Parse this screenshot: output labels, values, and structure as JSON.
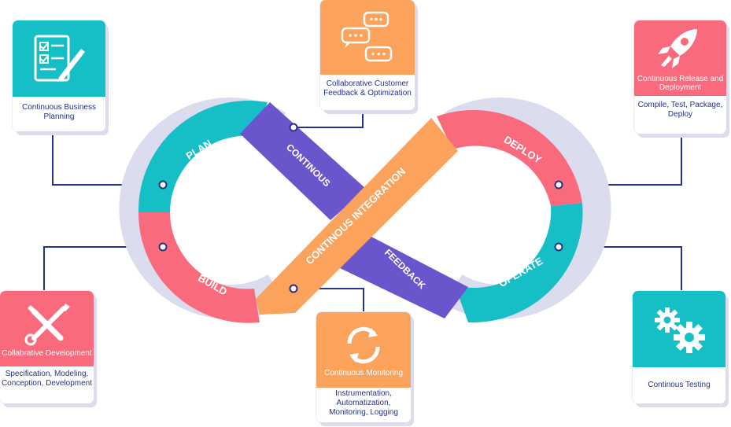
{
  "loop": {
    "plan": "PLAN",
    "build": "BUILD",
    "deploy": "DEPLOY",
    "operate": "OPERATE",
    "continous": "CONTINOUS",
    "feedback": "FEEDBACK",
    "integration": "CONTINOUS INTEGRATION"
  },
  "cards": {
    "planning": {
      "desc": "Continuous Business Planning"
    },
    "feedback": {
      "desc": "Collaborative Customer Feedback & Optimization"
    },
    "release": {
      "title": "Continuous Release and Deployment",
      "desc": "Compile, Test, Package, Deploy"
    },
    "development": {
      "title": "Collabrative Development",
      "desc": "Specification, Modeling, Conception, Development"
    },
    "monitoring": {
      "title": "Continuous Monitoring",
      "desc": "Instrumentation, Automatization, Monitoring, Logging"
    },
    "testing": {
      "desc": "Continous Testing"
    }
  },
  "colors": {
    "teal": "#16bec6",
    "pink": "#f96a7d",
    "orange": "#fba25c",
    "purple": "#6a55cd",
    "navy": "#25328a",
    "shadow": "#dcdcef"
  },
  "icons": [
    "checklist-icon",
    "chat-bubbles-icon",
    "rocket-icon",
    "tools-icon",
    "refresh-icon",
    "gears-icon"
  ]
}
